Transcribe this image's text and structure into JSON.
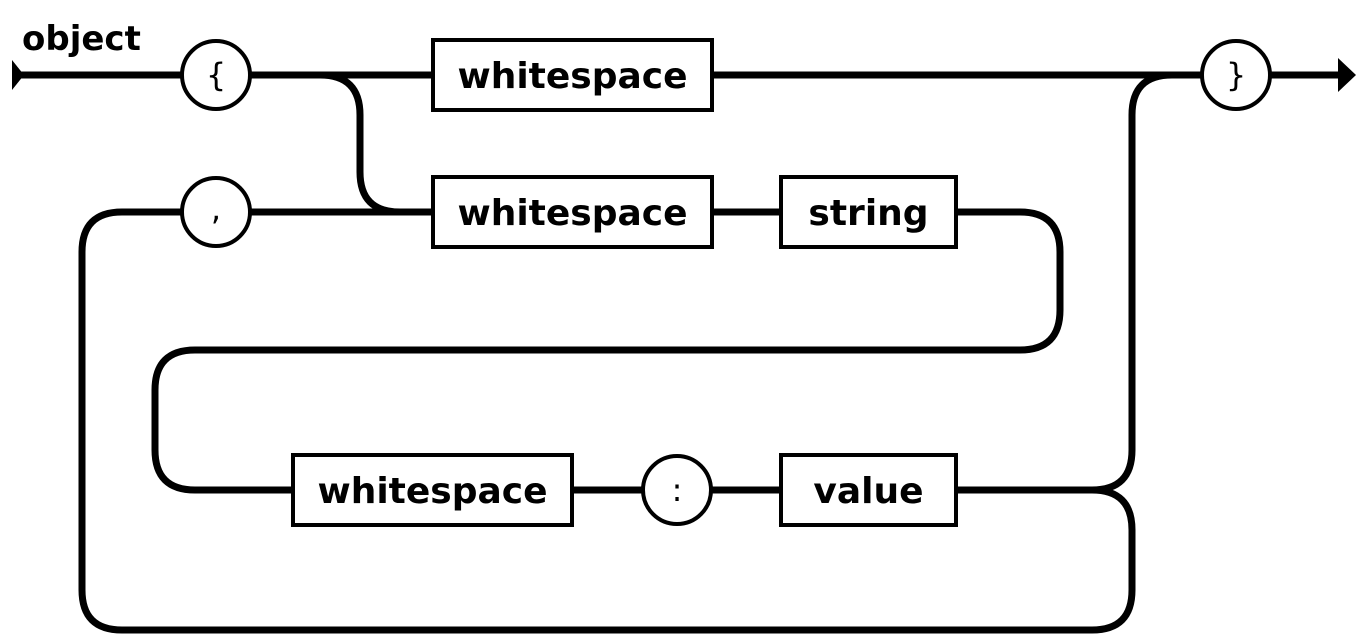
{
  "diagram": {
    "title": "object",
    "nodes": {
      "open_brace": "{",
      "close_brace": "}",
      "comma": ",",
      "colon": ":",
      "ws_top": "whitespace",
      "ws_key": "whitespace",
      "key_string": "string",
      "ws_after_key": "whitespace",
      "value": "value"
    }
  }
}
